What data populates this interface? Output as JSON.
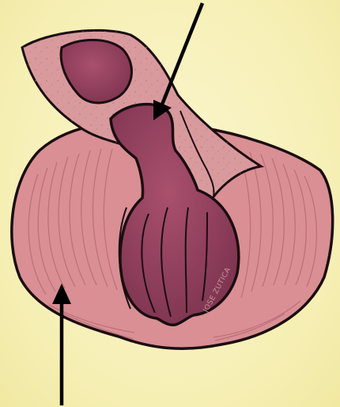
{
  "figure": {
    "colors": {
      "background": "#f6efb4",
      "stroma": "#d98f94",
      "stroma_fibers": "#b66a72",
      "duct_tissue": "#d99a9e",
      "lumen": "#8e3d5a",
      "lumen_light": "#a84f6c",
      "outline": "#1a0d10",
      "arrow": "#000000"
    },
    "watermark": {
      "text": "JOSE ZUTICA"
    },
    "arrows": [
      {
        "name": "arrow-top",
        "points_to": "lumen"
      },
      {
        "name": "arrow-bottom",
        "points_to": "stroma"
      }
    ]
  }
}
